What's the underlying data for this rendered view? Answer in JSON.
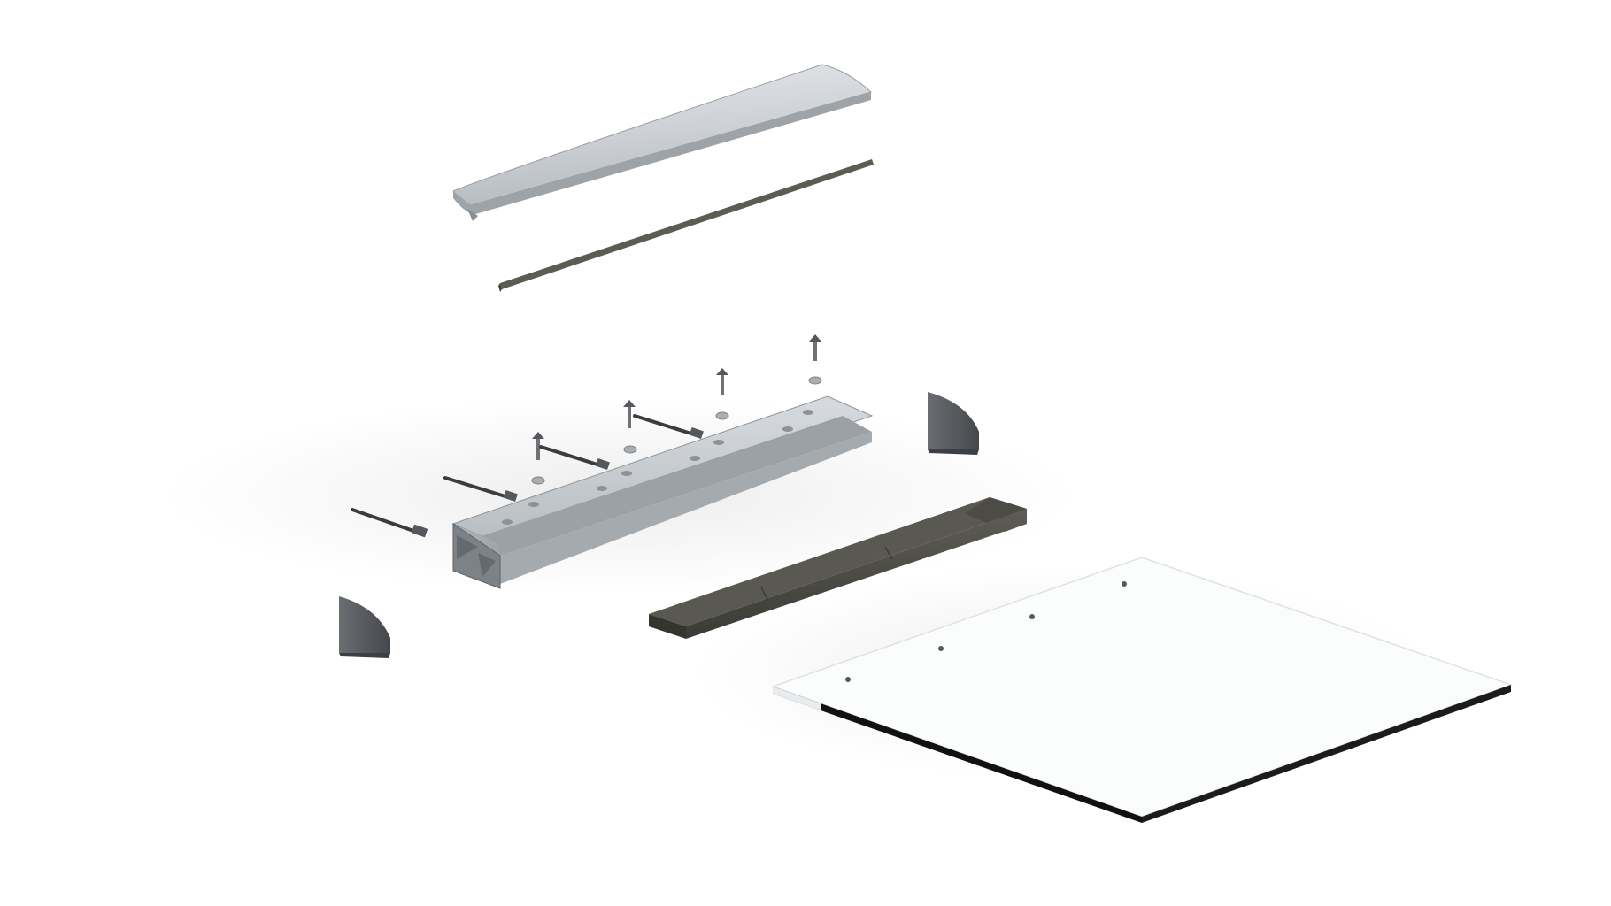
{
  "scene": {
    "kind": "exploded-view",
    "parts": [
      {
        "id": "top-cover",
        "label": "",
        "color": "#c9cdd2"
      },
      {
        "id": "seal-strip",
        "label": "",
        "color": "#5b5a50"
      },
      {
        "id": "long-bolts",
        "label": "",
        "count": 4,
        "color": "#3a3c40"
      },
      {
        "id": "short-screws",
        "label": "",
        "count": 4,
        "color": "#6f7378"
      },
      {
        "id": "washers",
        "label": "",
        "count": 8,
        "color": "#9aa0a6"
      },
      {
        "id": "main-profile",
        "label": "",
        "color": "#b9bec4"
      },
      {
        "id": "end-caps",
        "label": "",
        "count": 2,
        "color": "#54575b"
      },
      {
        "id": "glass-gasket",
        "label": "",
        "color": "#4a4a44"
      },
      {
        "id": "glass-panel",
        "label": "",
        "color": "#f7f8f8"
      }
    ]
  }
}
